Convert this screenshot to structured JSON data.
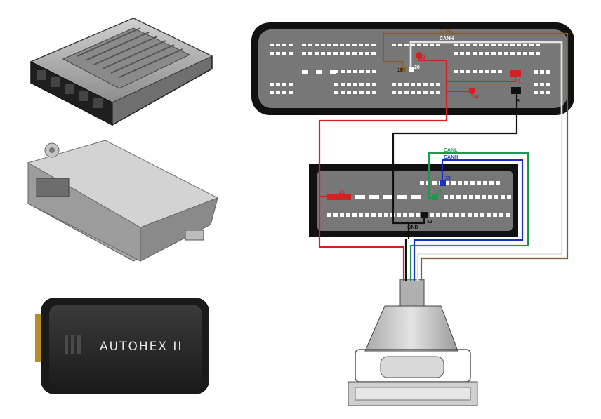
{
  "devices": {
    "ecu_1": "ecu-module",
    "ecu_2": "control-unit",
    "interface": {
      "label": "AUTOHEX II"
    }
  },
  "connector_top": {
    "pins": [
      {
        "label": "19",
        "color": "#8b5a2b"
      },
      {
        "label": "20",
        "color": "#ffffff"
      },
      {
        "label": "13",
        "color": "#d42020"
      },
      {
        "label": "1",
        "color": "#d42020"
      },
      {
        "label": "54",
        "color": "#d42020"
      },
      {
        "label": "3",
        "color": "#111111"
      }
    ],
    "wire_tags": [
      "CANL",
      "CANH"
    ]
  },
  "connector_bottom": {
    "pins": [
      {
        "label": "21",
        "color": "#d42020"
      },
      {
        "label": "26",
        "color": "#1a9a4a"
      },
      {
        "label": "35",
        "color": "#1a2fc8"
      },
      {
        "label": "12",
        "color": "#111111"
      }
    ],
    "wire_tags": [
      "CANL",
      "CANH",
      "GND"
    ]
  },
  "colors": {
    "red": "#d42020",
    "black": "#111111",
    "green": "#1a9a4a",
    "blue": "#1a2fc8",
    "brown": "#8b5a2b",
    "white": "#ffffff"
  }
}
